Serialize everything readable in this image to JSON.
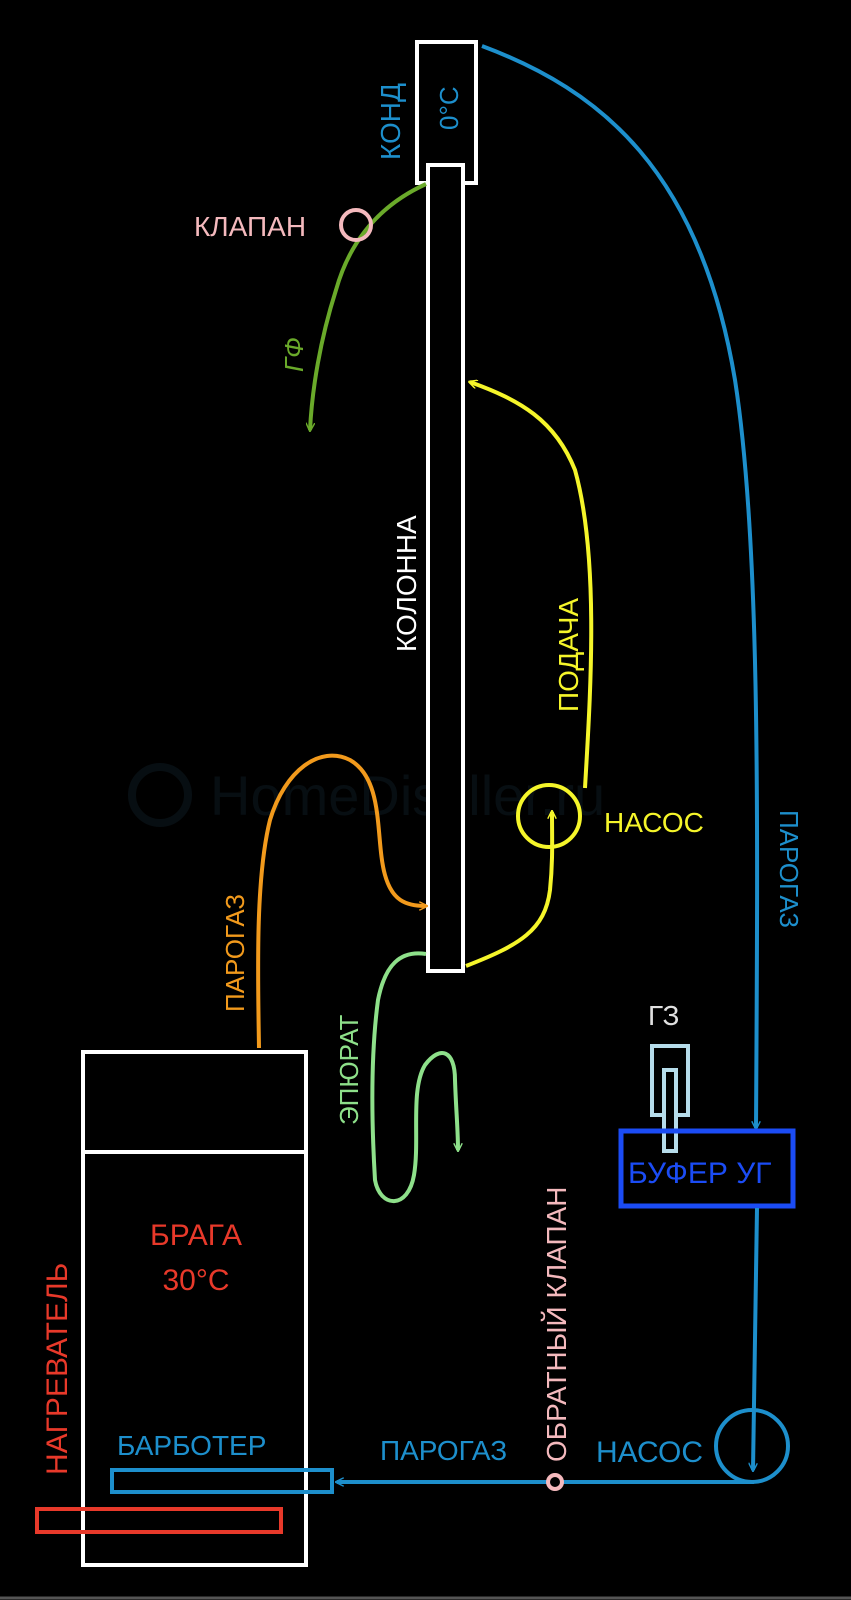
{
  "colors": {
    "white": "#ffffff",
    "blue": "#1d8fcc",
    "buffer_blue": "#1b4cf5",
    "pink": "#f4b9bd",
    "green": "#6aaa2a",
    "light_green": "#8ee08a",
    "yellow": "#f5f52a",
    "orange": "#f29a1c",
    "red": "#e8392a",
    "light_blue": "#b6dcea"
  },
  "labels": {
    "condenser": "КОНД",
    "condenser_temp": "0°C",
    "valve": "КЛАПАН",
    "heads": "ГФ",
    "column": "КОЛОННА",
    "feed": "ПОДАЧА",
    "pump_top": "НАСОС",
    "vapor_gas_right": "ПАРОГАЗ",
    "vapor_gas_left": "ПАРОГАЗ",
    "epurat": "ЭПЮРАТ",
    "gz": "ГЗ",
    "buffer": "БУФЕР УГ",
    "check_valve": "ОБРАТНЫЙ КЛАПАН",
    "pump_bottom": "НАСОС",
    "vapor_gas_bottom": "ПАРОГАЗ",
    "bubbler": "БАРБОТЕР",
    "mash": "БРАГА",
    "mash_temp": "30°C",
    "heater": "НАГРЕВАТЕЛЬ",
    "watermark": "HomeDistiller.ru"
  }
}
